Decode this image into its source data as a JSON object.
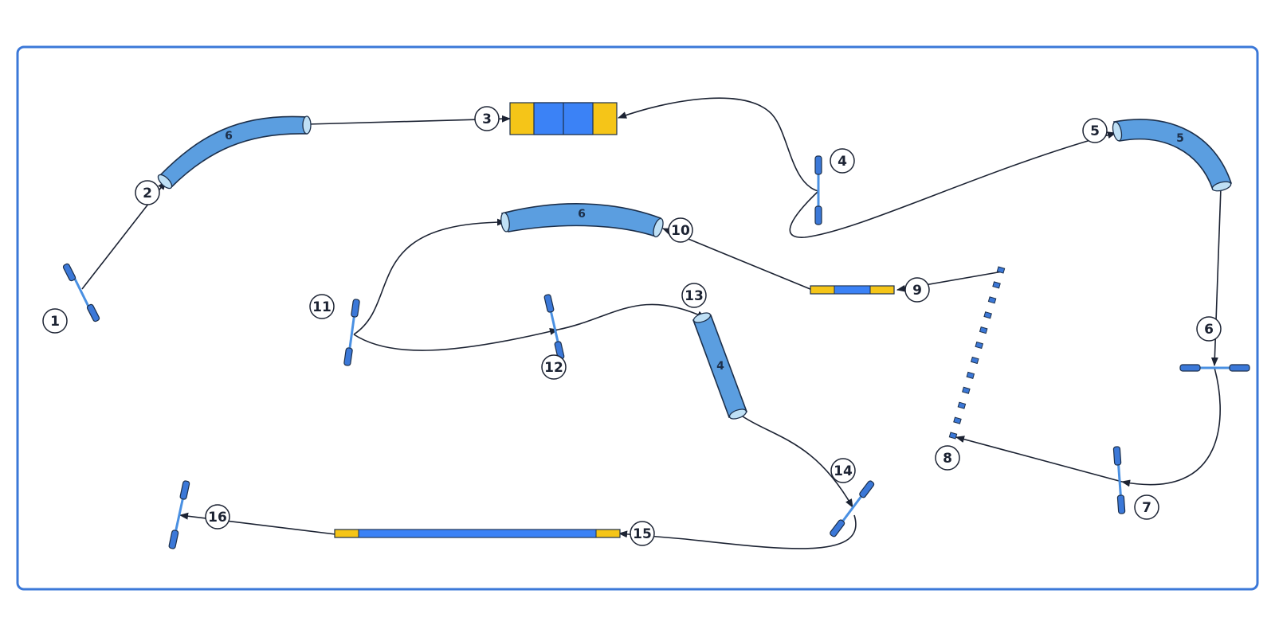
{
  "colors": {
    "frame": "#3b78d8",
    "tube_fill": "#5b9ee0",
    "tube_stroke": "#1c2f4a",
    "tube_cap": "#bfe0f5",
    "connector_blue": "#3b82f6",
    "connector_yellow": "#f5c518",
    "clamp_line": "#4a90e2",
    "clamp_head": "#3b78d8",
    "wire": "#1c2333"
  },
  "steps": {
    "s1": "1",
    "s2": "2",
    "s3": "3",
    "s4": "4",
    "s5": "5",
    "s6": "6",
    "s7": "7",
    "s8": "8",
    "s9": "9",
    "s10": "10",
    "s11": "11",
    "s12": "12",
    "s13": "13",
    "s14": "14",
    "s15": "15",
    "s16": "16"
  },
  "tube_lengths": {
    "tube_top_left": "6",
    "tube_top_right": "5",
    "tube_middle": "6",
    "tube_vertical": "4"
  },
  "icons": {
    "clamp": "clamp-icon",
    "tube": "tube-segment-icon",
    "coupler": "coupler-icon",
    "rail": "dotted-rail-icon"
  }
}
